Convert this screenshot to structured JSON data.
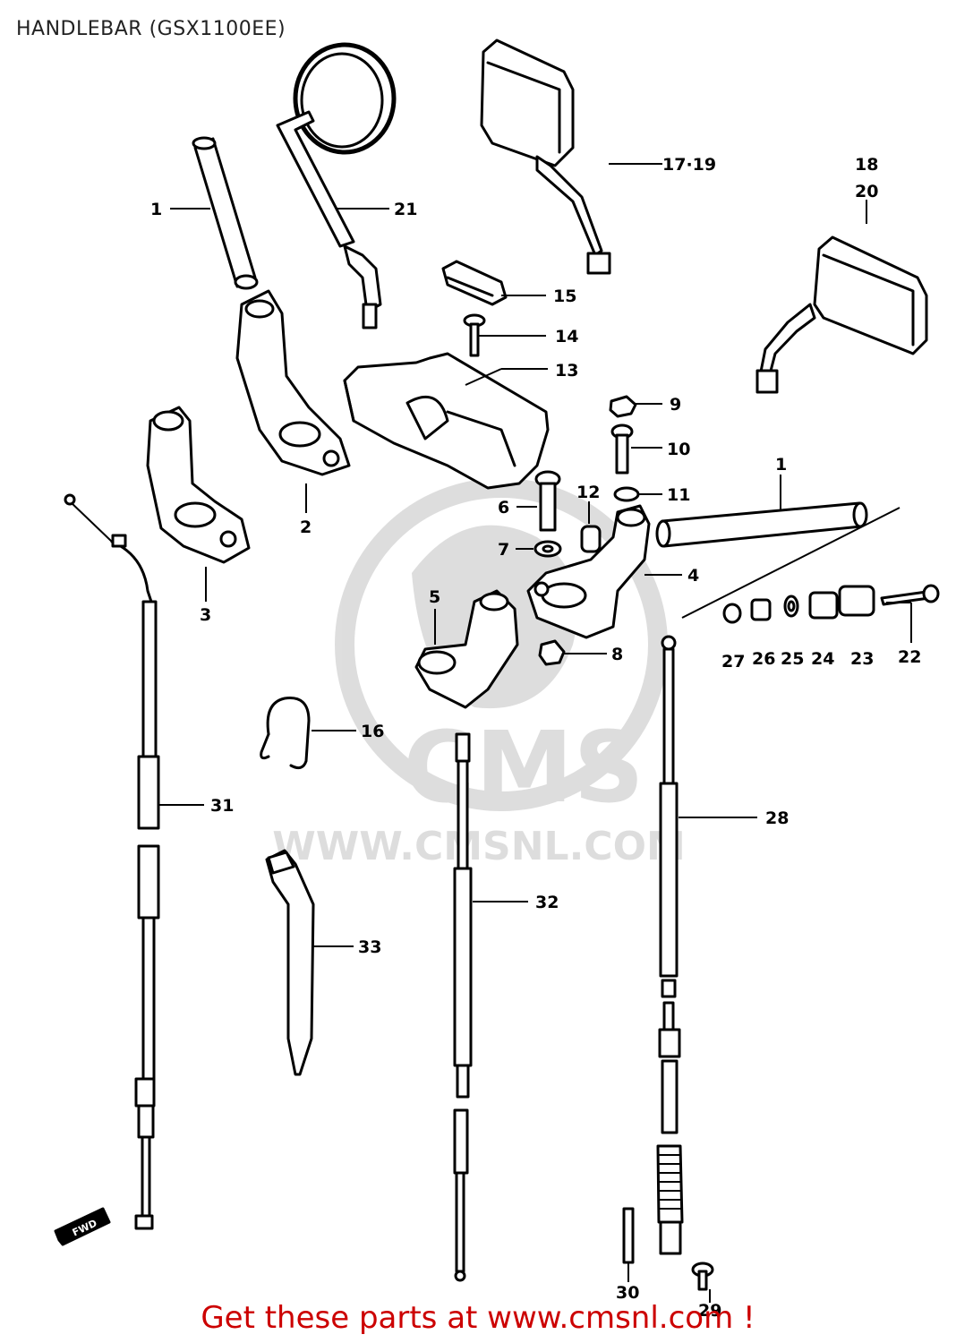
{
  "title": "HANDLEBAR (GSX1100EE)",
  "footer": "Get these parts at www.cmsnl.com !",
  "watermark": {
    "brand": "CMS",
    "url": "WWW.CMSNL.COM"
  },
  "direction_marker": "FWD",
  "callouts": [
    {
      "id": "c1a",
      "label": "1"
    },
    {
      "id": "c21",
      "label": "21"
    },
    {
      "id": "c1719",
      "label": "17·19"
    },
    {
      "id": "c18",
      "label": "18"
    },
    {
      "id": "c20",
      "label": "20"
    },
    {
      "id": "c15",
      "label": "15"
    },
    {
      "id": "c14",
      "label": "14"
    },
    {
      "id": "c13",
      "label": "13"
    },
    {
      "id": "c9",
      "label": "9"
    },
    {
      "id": "c10",
      "label": "10"
    },
    {
      "id": "c1b",
      "label": "1"
    },
    {
      "id": "c11",
      "label": "11"
    },
    {
      "id": "c12",
      "label": "12"
    },
    {
      "id": "c6",
      "label": "6"
    },
    {
      "id": "c7",
      "label": "7"
    },
    {
      "id": "c4",
      "label": "4"
    },
    {
      "id": "c2",
      "label": "2"
    },
    {
      "id": "c3",
      "label": "3"
    },
    {
      "id": "c5",
      "label": "5"
    },
    {
      "id": "c8",
      "label": "8"
    },
    {
      "id": "c27",
      "label": "27"
    },
    {
      "id": "c26",
      "label": "26"
    },
    {
      "id": "c25",
      "label": "25"
    },
    {
      "id": "c24",
      "label": "24"
    },
    {
      "id": "c23",
      "label": "23"
    },
    {
      "id": "c22",
      "label": "22"
    },
    {
      "id": "c16",
      "label": "16"
    },
    {
      "id": "c31",
      "label": "31"
    },
    {
      "id": "c28",
      "label": "28"
    },
    {
      "id": "c32",
      "label": "32"
    },
    {
      "id": "c33",
      "label": "33"
    },
    {
      "id": "c30",
      "label": "30"
    },
    {
      "id": "c29",
      "label": "29"
    }
  ]
}
